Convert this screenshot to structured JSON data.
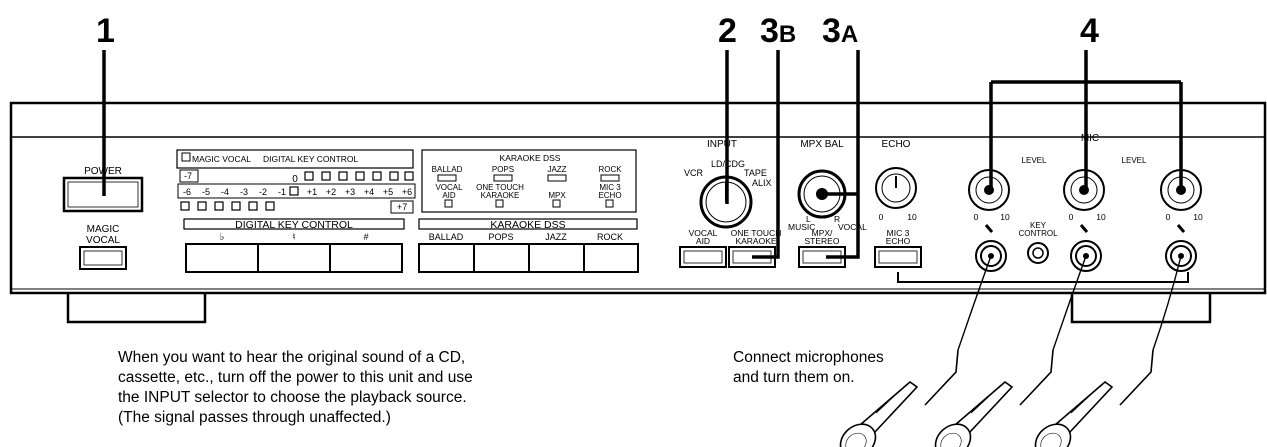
{
  "callouts": {
    "c1": "1",
    "c2": "2",
    "c3b": "3B",
    "c3a": "3A",
    "c4": "4"
  },
  "left_panel": {
    "power": "POWER",
    "magic_vocal_line1": "MAGIC",
    "magic_vocal_line2": "VOCAL"
  },
  "display": {
    "magic_vocal": "MAGIC VOCAL",
    "digital_key_control": "DIGITAL KEY CONTROL",
    "zero": "0",
    "keys_top": [
      "-7"
    ],
    "keys_row": [
      "-6",
      "-5",
      "-4",
      "-3",
      "-2",
      "-1",
      "+1",
      "+2",
      "+3",
      "+4",
      "+5",
      "+6"
    ],
    "keys_bottom": [
      "+7"
    ],
    "karaoke_dss": "KARAOKE DSS",
    "modes": [
      "BALLAD",
      "POPS",
      "JAZZ",
      "ROCK"
    ],
    "vocal_aid_1": "VOCAL",
    "vocal_aid_2": "AID",
    "one_touch_1": "ONE TOUCH",
    "one_touch_2": "KARAOKE",
    "mpx": "MPX",
    "mic3_1": "MIC 3",
    "mic3_2": "ECHO"
  },
  "buttons": {
    "dkc_bar": "DIGITAL KEY CONTROL",
    "flat": "♭",
    "natural": "♮",
    "sharp": "#",
    "kdss_bar": "KARAOKE DSS",
    "modes": [
      "BALLAD",
      "POPS",
      "JAZZ",
      "ROCK"
    ]
  },
  "input": {
    "label": "INPUT",
    "ldcdg": "LD/CDG",
    "vcr": "VCR",
    "tape": "TAPE",
    "alix": "ALIX",
    "vocal_aid_1": "VOCAL",
    "vocal_aid_2": "AID",
    "one_touch_1": "ONE TOUCH",
    "one_touch_2": "KARAOKE"
  },
  "mpx": {
    "label": "MPX BAL",
    "l": "L",
    "r": "R",
    "music": "MUSIC",
    "vocal": "VOCAL",
    "btn_1": "MPX/",
    "btn_2": "STEREO"
  },
  "echo": {
    "label": "ECHO",
    "min": "0",
    "max": "10",
    "btn_1": "MIC 3",
    "btn_2": "ECHO"
  },
  "mic": {
    "label": "MIC",
    "level": "LEVEL",
    "level2": "LEVEL",
    "min": "0",
    "max": "10",
    "key_control_1": "KEY",
    "key_control_2": "CONTROL"
  },
  "captions": {
    "left": [
      "When you want to hear the original sound of a CD,",
      "cassette, etc., turn off the power to this unit and use",
      "the INPUT selector to choose the playback source.",
      "(The signal passes through unaffected.)"
    ],
    "right": [
      "Connect microphones",
      "and turn them on."
    ]
  }
}
